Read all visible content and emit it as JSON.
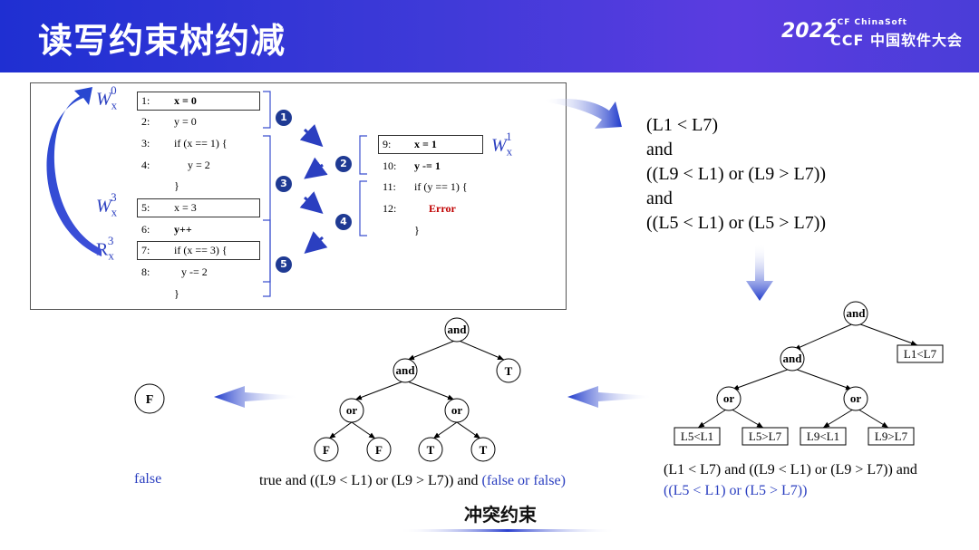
{
  "header": {
    "title": "读写约束树约减"
  },
  "logo": {
    "year": "2022",
    "org_small": "CCF ChinaSoft",
    "org_big": "CCF 中国软件大会",
    "tagline": ""
  },
  "code": {
    "lines": [
      {
        "num": "1:",
        "code": "x = 0"
      },
      {
        "num": "2:",
        "code": "y = 0"
      },
      {
        "num": "3:",
        "code": "if (x == 1) {"
      },
      {
        "num": "4:",
        "code": "y = 2"
      },
      {
        "num": "",
        "code": "}"
      },
      {
        "num": "5:",
        "code": "x = 3"
      },
      {
        "num": "6:",
        "code": "y++"
      },
      {
        "num": "7:",
        "code": "if (x == 3) {"
      },
      {
        "num": "8:",
        "code": "y -= 2"
      },
      {
        "num": "",
        "code": "}"
      },
      {
        "num": "9:",
        "code": "x = 1"
      },
      {
        "num": "10:",
        "code": "y -= 1"
      },
      {
        "num": "11:",
        "code": "if (y == 1) {"
      },
      {
        "num": "12:",
        "code": "Error"
      },
      {
        "num": "",
        "code": "}"
      }
    ],
    "badges": [
      "1",
      "2",
      "3",
      "4",
      "5"
    ],
    "labels": {
      "w0": {
        "base": "W",
        "sub": "x",
        "sup": "0"
      },
      "w3": {
        "base": "W",
        "sub": "x",
        "sup": "3"
      },
      "r3": {
        "base": "R",
        "sub": "x",
        "sup": "3"
      },
      "w1": {
        "base": "W",
        "sub": "x",
        "sup": "1"
      }
    }
  },
  "formula": [
    "(L1 < L7)",
    "and",
    "((L9 < L1) or (L9 > L7))",
    "and",
    "((L5 < L1) or (L5 > L7))"
  ],
  "tree1": {
    "root": "and",
    "mid": "and",
    "leaf_top": "L1<L7",
    "or1": "or",
    "or2": "or",
    "leaves": [
      "L5<L1",
      "L5>L7",
      "L9<L1",
      "L9>L7"
    ]
  },
  "tree2": {
    "root": "and",
    "mid": "and",
    "t": "T",
    "or1": "or",
    "or2": "or",
    "leaves": [
      "F",
      "F",
      "T",
      "T"
    ]
  },
  "tree3": {
    "node": "F"
  },
  "captions": {
    "right_black": "(L1 < L7) and ((L9 < L1) or (L9 > L7)) and",
    "right_blue": "((L5 < L1) or (L5 > L7))",
    "mid_black": "true and ((L9 < L1) or (L9 > L7)) and ",
    "mid_blue": "(false or false)",
    "left": "false"
  },
  "footer": {
    "label": "冲突约束"
  },
  "colors": {
    "banner": "#3b3ad6",
    "accent": "#2b3fc0",
    "error": "#c00000",
    "badge": "#1f3a93"
  }
}
